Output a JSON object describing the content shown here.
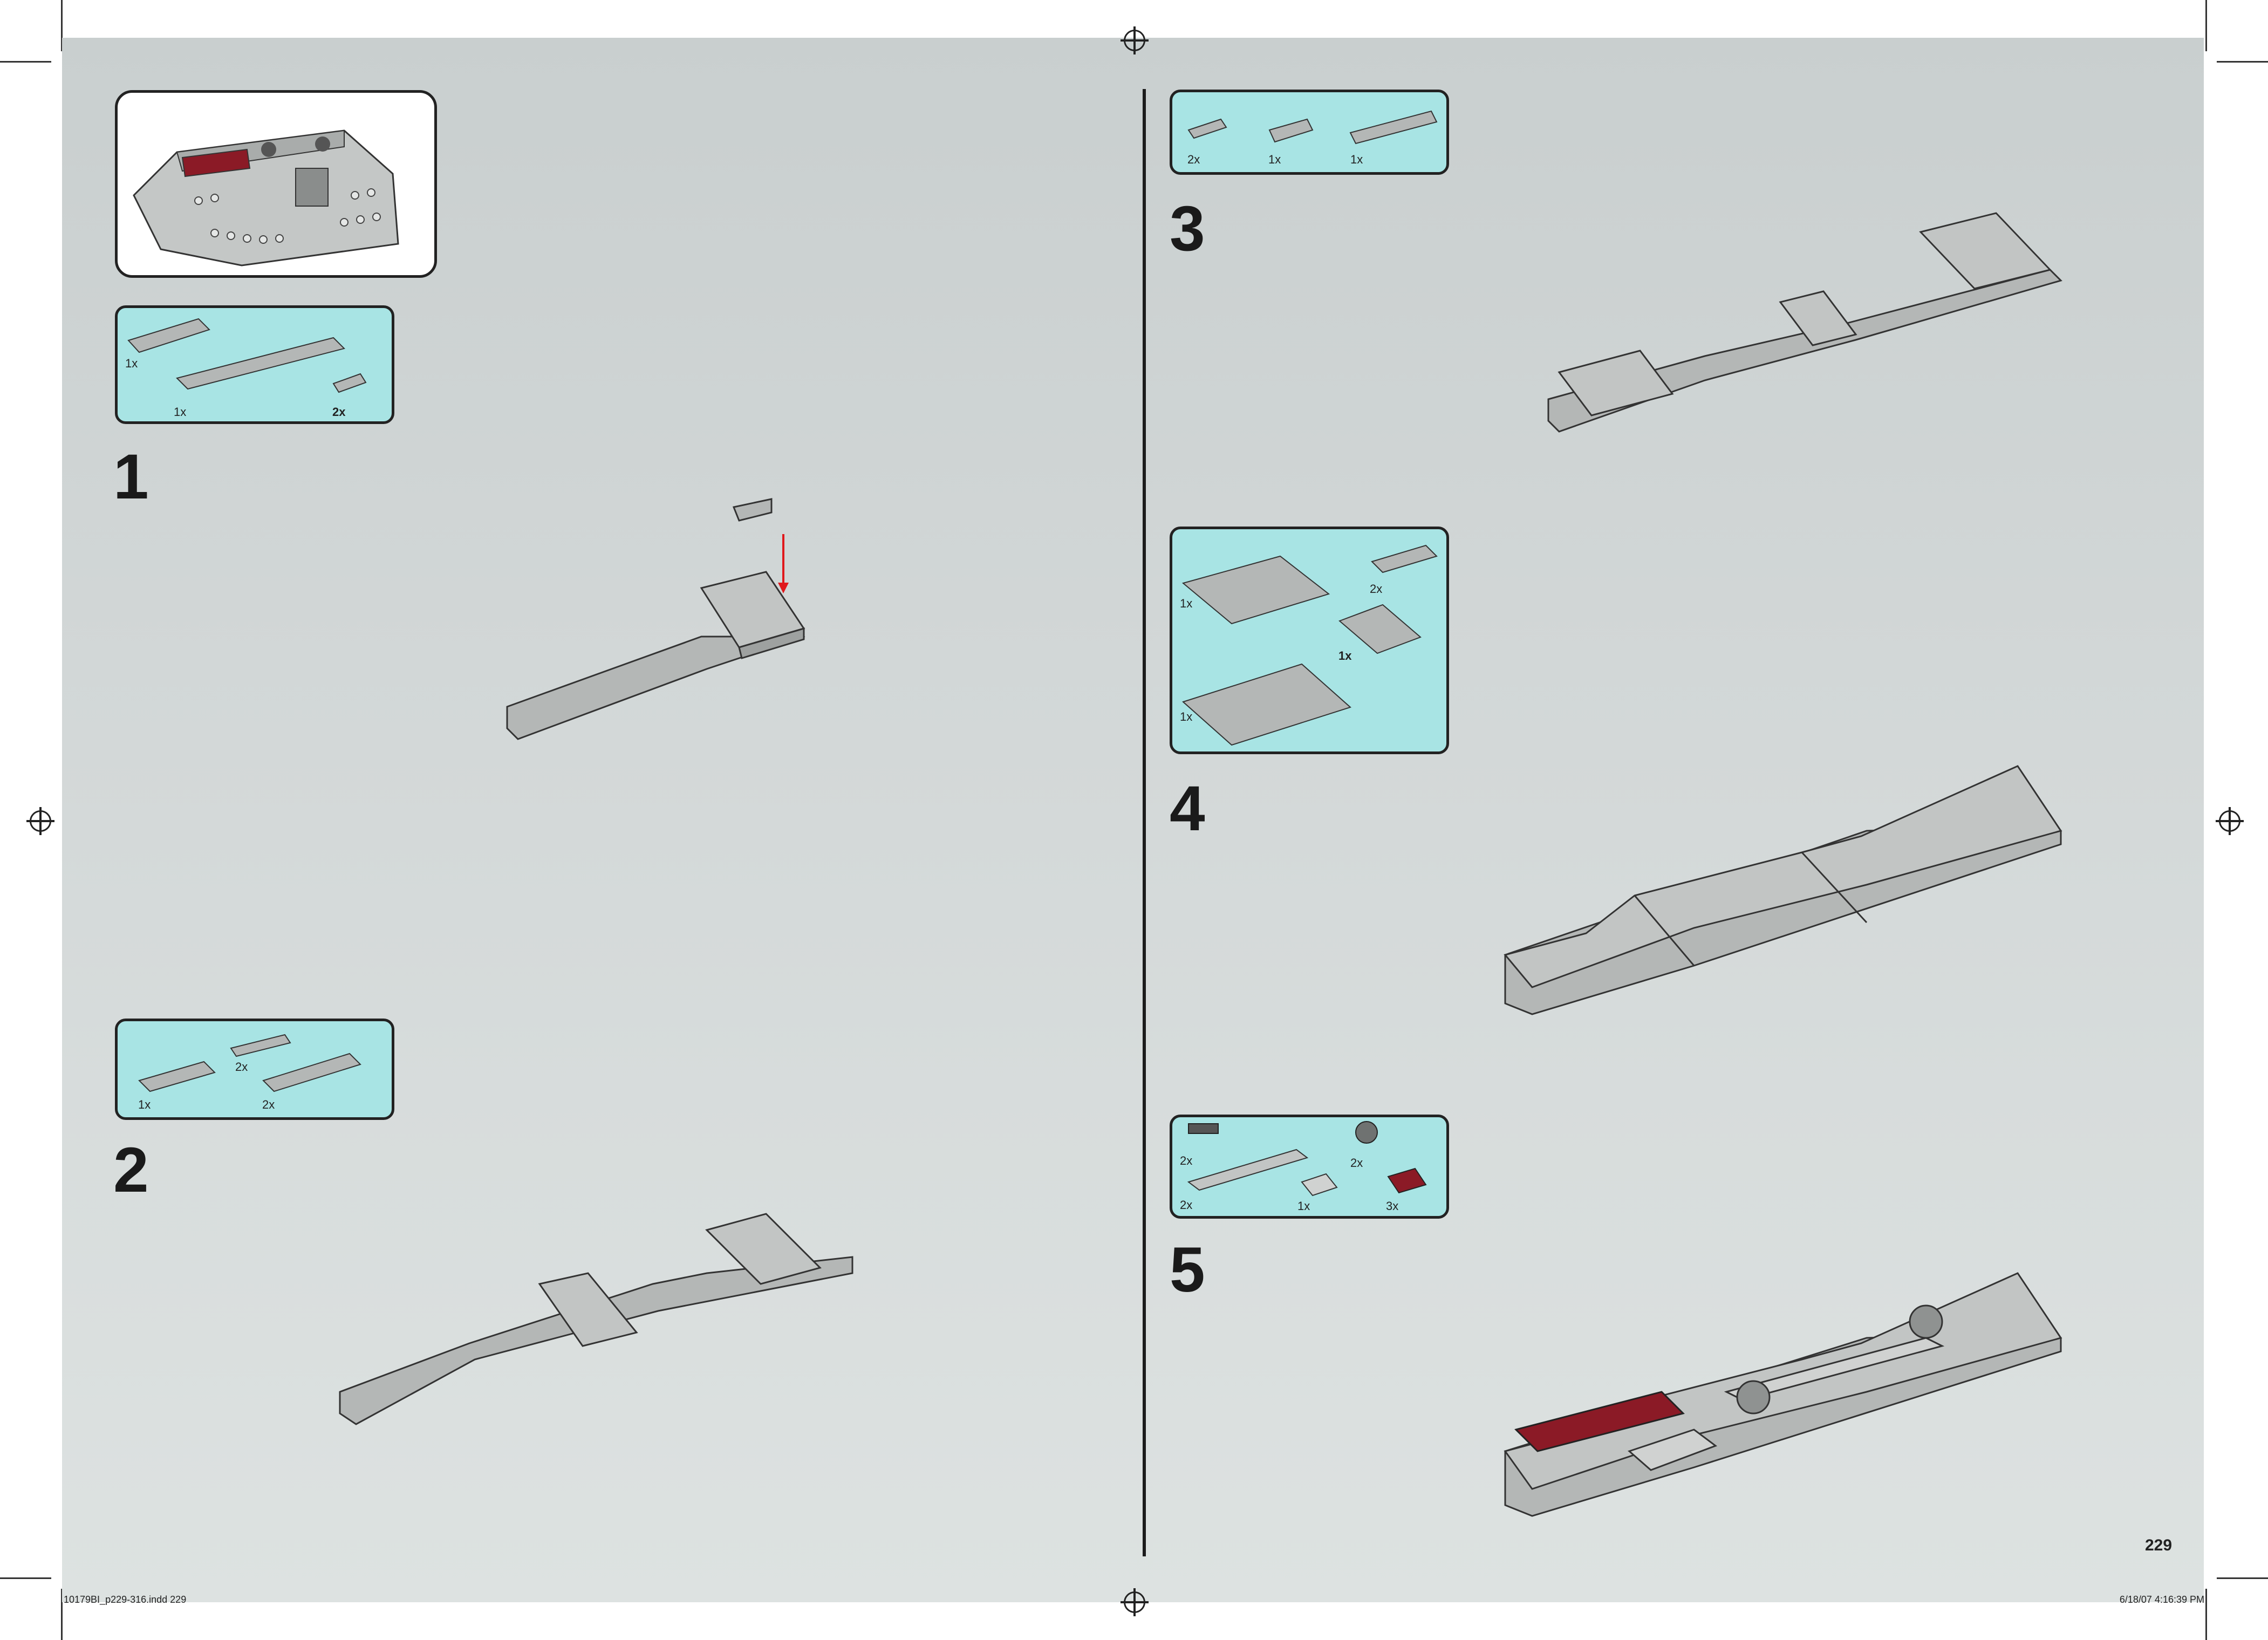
{
  "page": {
    "number": "229",
    "footer_left": "10179BI_p229-316.indd   229",
    "footer_right": "6/18/07   4:16:39 PM"
  },
  "steps": [
    {
      "number": "1",
      "parts": [
        {
          "qty": "1x"
        },
        {
          "qty": "1x"
        },
        {
          "qty": "2x"
        }
      ]
    },
    {
      "number": "2",
      "parts": [
        {
          "qty": "1x"
        },
        {
          "qty": "2x"
        },
        {
          "qty": "2x"
        }
      ]
    },
    {
      "number": "3",
      "parts": [
        {
          "qty": "2x"
        },
        {
          "qty": "1x"
        },
        {
          "qty": "1x"
        }
      ]
    },
    {
      "number": "4",
      "parts": [
        {
          "qty": "1x"
        },
        {
          "qty": "2x"
        },
        {
          "qty": "1x"
        },
        {
          "qty": "1x"
        }
      ]
    },
    {
      "number": "5",
      "parts": [
        {
          "qty": "2x"
        },
        {
          "qty": "2x"
        },
        {
          "qty": "2x"
        },
        {
          "qty": "1x"
        },
        {
          "qty": "3x"
        }
      ]
    }
  ],
  "colors": {
    "parts_bg": "#a8e4e4",
    "brick_gray": "#b4b7b6",
    "brick_red": "#8b1a26",
    "arrow": "#e0181c"
  }
}
